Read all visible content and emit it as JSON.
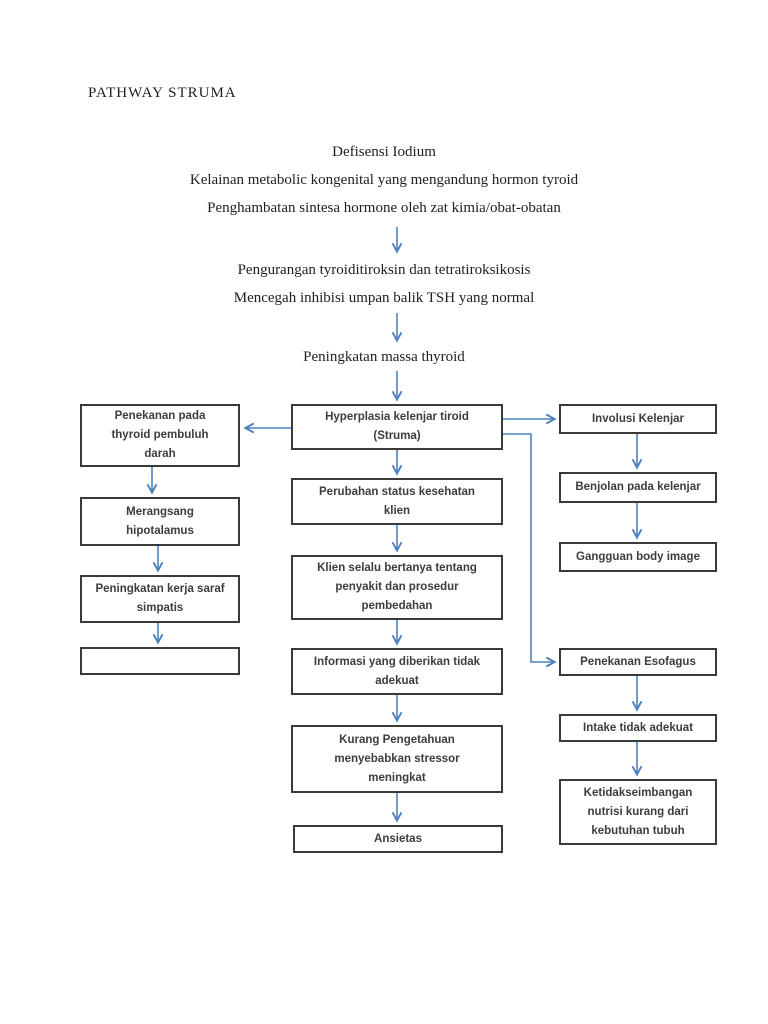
{
  "header": {
    "title": "PATHWAY STRUMA"
  },
  "cascade": {
    "top_lines": [
      "Defisensi Iodium",
      "Kelainan metabolic kongenital yang mengandung hormon tyroid",
      "Penghambatan sintesa hormone oleh zat kimia/obat-obatan"
    ],
    "mid_lines": [
      "Pengurangan tyroiditiroksin dan tetratiroksikosis",
      "Mencegah inhibisi umpan balik TSH yang normal"
    ],
    "mass_line": "Peningkatan massa thyroid"
  },
  "boxes": {
    "hyperplasia": "Hyperplasia kelenjar tiroid\n(Struma)",
    "penekanan_thyroid": "Penekanan pada\nthyroid pembuluh\ndarah",
    "merangsang_hipotalamus": "Merangsang\nhipotalamus",
    "kerja_saraf": "Peningkatan kerja saraf\nsimpatis",
    "empty_box": "",
    "perubahan_status": "Perubahan status kesehatan\nklien",
    "klien_bertanya": "Klien selalu bertanya tentang\npenyakit dan prosedur\npembedahan",
    "informasi_tidak_adekuat": "Informasi yang diberikan tidak\nadekuat",
    "kurang_pengetahuan": "Kurang Pengetahuan\nmenyebabkan stressor\nmeningkat",
    "ansietas": "Ansietas",
    "involusi_kelenjar": "Involusi Kelenjar",
    "benjolan_kelenjar": "Benjolan pada kelenjar",
    "gangguan_body_image": "Gangguan body image",
    "penekanan_esofagus": "Penekanan Esofagus",
    "intake_tidak_adekuat": "Intake tidak adekuat",
    "ketidakseimbangan_nutrisi": "Ketidakseimbangan\nnutrisi kurang dari\nkebutuhan tubuh"
  },
  "colors": {
    "arrow_blue": "#4f81bd",
    "box_border": "#3a3a3a",
    "box_text": "#3d3d3d",
    "body_text": "#1f1f1f"
  }
}
